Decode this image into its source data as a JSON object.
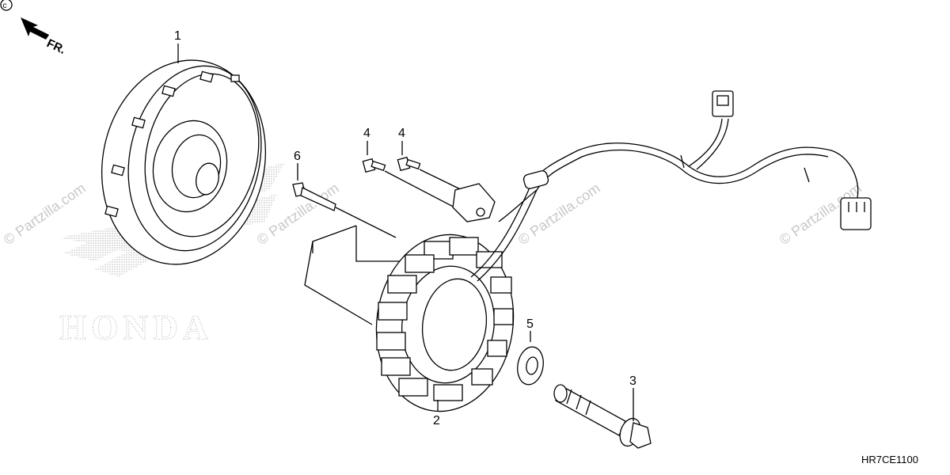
{
  "diagram": {
    "front_label": "FR.",
    "diagram_code": "HR7CE1100",
    "brand_logo": "HONDA",
    "watermark": "© Partzilla.com",
    "callouts": [
      {
        "id": "1",
        "label": "1"
      },
      {
        "id": "2",
        "label": "2"
      },
      {
        "id": "3",
        "label": "3"
      },
      {
        "id": "4a",
        "label": "4"
      },
      {
        "id": "4b",
        "label": "4"
      },
      {
        "id": "5",
        "label": "5"
      },
      {
        "id": "6",
        "label": "6"
      }
    ]
  }
}
